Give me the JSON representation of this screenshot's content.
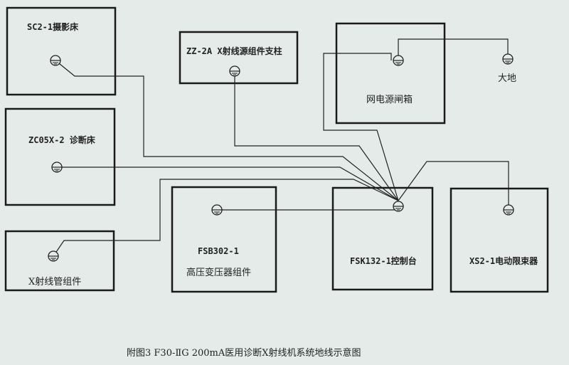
{
  "components": {
    "sc2_1": {
      "label": "SC2-1摄影床"
    },
    "zc05x_2": {
      "label": "ZC05X-2 诊断床"
    },
    "xray_tube": {
      "label": "X射线管组件"
    },
    "zz_2a": {
      "label": "ZZ-2A X射线源组件支柱"
    },
    "mains_box": {
      "label": "网电源闸箱"
    },
    "earth": {
      "label": "大地"
    },
    "fsb302_1": {
      "model": "FSB302-1",
      "label": "高压变压器组件"
    },
    "fsk132_1": {
      "label": "FSK132-1控制台"
    },
    "xs2_1": {
      "label": "XS2-1电动限束器"
    }
  },
  "caption": "附图3   F30-ⅡG 200mA医用诊断X射线机系统地线示意图",
  "icons": {
    "ground": "ground-symbol-icon"
  },
  "colors": {
    "line": "#1a1a1a",
    "paper": "#e4ebe9"
  }
}
